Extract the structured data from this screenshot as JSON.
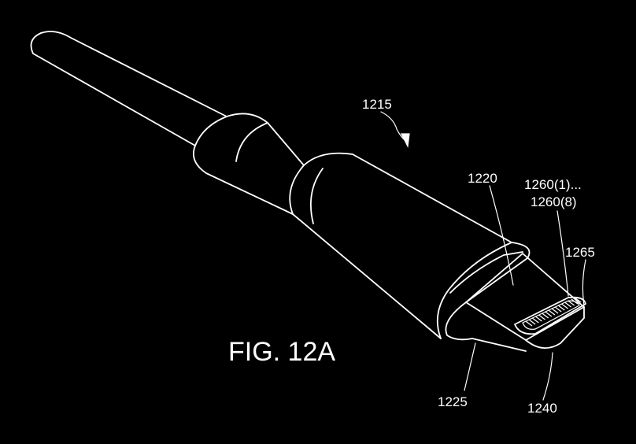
{
  "figure": {
    "caption": "FIG. 12A",
    "labels": {
      "assembly": "1215",
      "tab": "1220",
      "contacts_line1": "1260(1)...",
      "contacts_line2": "1260(8)",
      "contact_region": "1265",
      "housing": "1225",
      "contact_frame": "1240"
    }
  },
  "colors": {
    "background": "#000000",
    "linework": "#ffffff"
  }
}
